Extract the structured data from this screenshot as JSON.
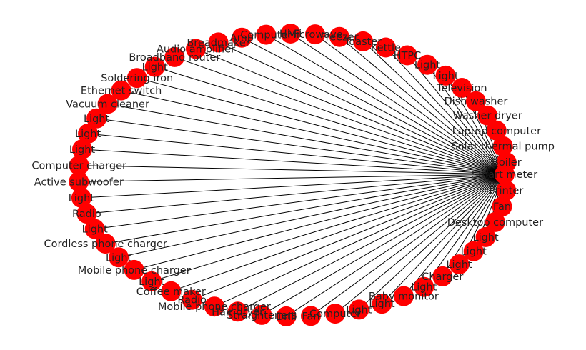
{
  "graph": {
    "node_color": "#ff0000",
    "edge_color": "#000000",
    "hub": "Smart meter",
    "nodes": [
      "Boiler",
      "Solar thermal pump",
      "Laptop computer",
      "Washer dryer",
      "Dish washer",
      "Television",
      "Light",
      "Light",
      "HTPC",
      "Kettle",
      "Toaster",
      "Freezer",
      "Microwave",
      "Hi-Fi",
      "Computer",
      "Amp",
      "Breadmaker",
      "Audio amplifier",
      "Broadband router",
      "Light",
      "Soldering iron",
      "Ethernet switch",
      "Vacuum cleaner",
      "Light",
      "Light",
      "Light",
      "Computer charger",
      "Active subwoofer",
      "Light",
      "Radio",
      "Light",
      "Cordless phone charger",
      "Light",
      "Mobile phone charger",
      "Light",
      "Coffee maker",
      "Radio",
      "Mobile phone charger",
      "Hair dryer",
      "Straighteners",
      "Drill",
      "Fan",
      "Computer",
      "Light",
      "Light",
      "Baby monitor",
      "Light",
      "Charger",
      "Light",
      "Light",
      "Light",
      "Desktop computer",
      "Fan",
      "Printer"
    ]
  }
}
